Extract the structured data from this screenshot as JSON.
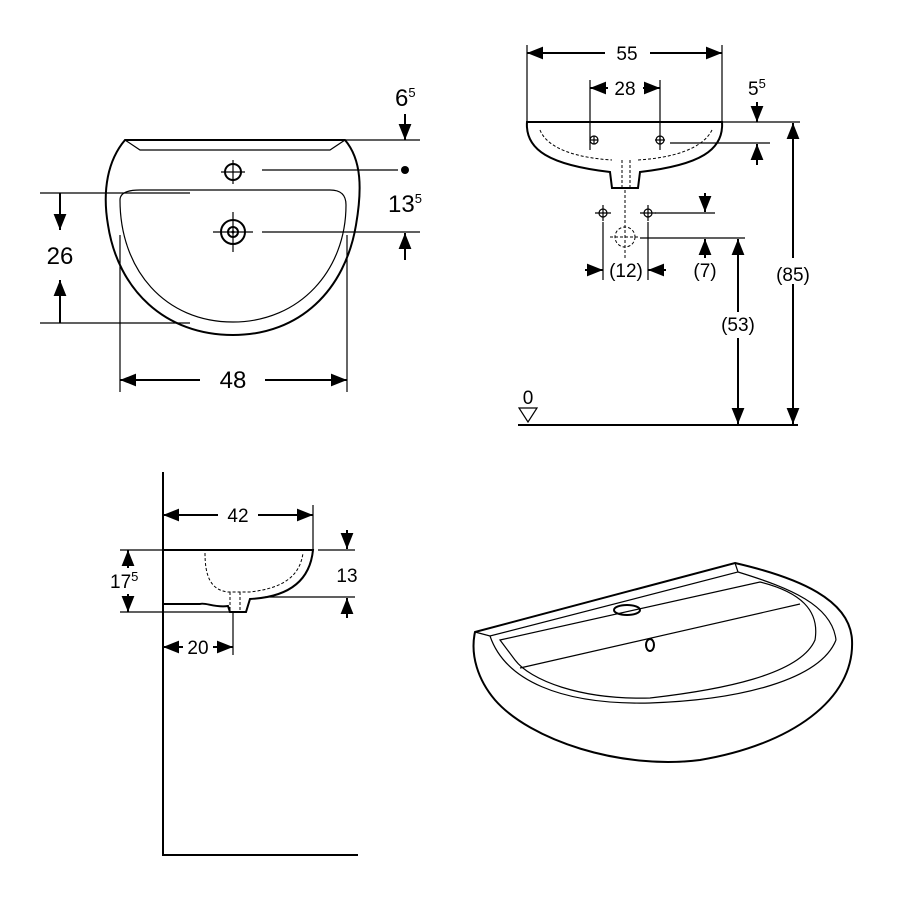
{
  "plan_view": {
    "dim_top_offset": {
      "main": "6",
      "sup": "5"
    },
    "dim_hole_offset": {
      "main": "13",
      "sup": "5"
    },
    "dim_depth": "26",
    "dim_width_inner": "48"
  },
  "front_view": {
    "dim_width": "55",
    "dim_bracket_spacing": "28",
    "dim_rim": {
      "main": "5",
      "sup": "5"
    },
    "dim_fixing_spacing": "(12)",
    "dim_fixing_offset": "(7)",
    "dim_rim_height": "(85)",
    "dim_waste_height": "(53)",
    "floor_level": "0"
  },
  "side_view": {
    "dim_projection": "42",
    "dim_height": {
      "main": "17",
      "sup": "5"
    },
    "dim_bowl_depth": "13",
    "dim_waste_projection": "20"
  }
}
